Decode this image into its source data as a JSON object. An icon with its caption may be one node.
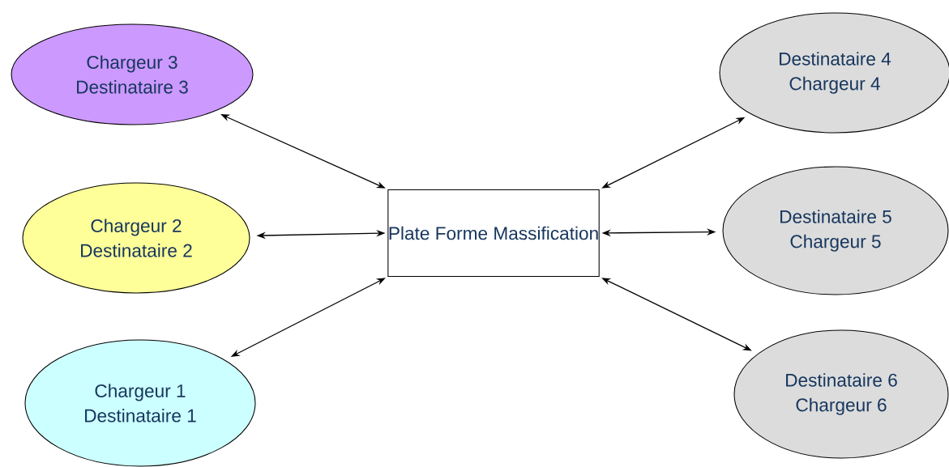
{
  "diagram": {
    "nodes": [
      {
        "text": [
          "Chargeur 3",
          "Destinataire 3"
        ]
      },
      {
        "text": [
          "Destinataire 4",
          "Chargeur 4"
        ]
      },
      {
        "text": [
          "Chargeur 2",
          "Destinataire 2"
        ]
      },
      {
        "text": [
          "Plate Forme Massification"
        ]
      },
      {
        "text": [
          "Destinataire 5",
          "Chargeur 5"
        ]
      },
      {
        "text": [
          "Chargeur 1",
          "Destinataire 1"
        ]
      },
      {
        "text": [
          "Destinataire 6",
          "Chargeur 6"
        ]
      }
    ],
    "edges": [
      {
        "from": 3,
        "to": 0,
        "arrow": "both"
      },
      {
        "from": 3,
        "to": 1,
        "arrow": "both"
      },
      {
        "from": 3,
        "to": 2,
        "arrow": "both"
      },
      {
        "from": 3,
        "to": 4,
        "arrow": "both"
      },
      {
        "from": 3,
        "to": 5,
        "arrow": "both"
      },
      {
        "from": 3,
        "to": 6,
        "arrow": "both"
      }
    ]
  }
}
